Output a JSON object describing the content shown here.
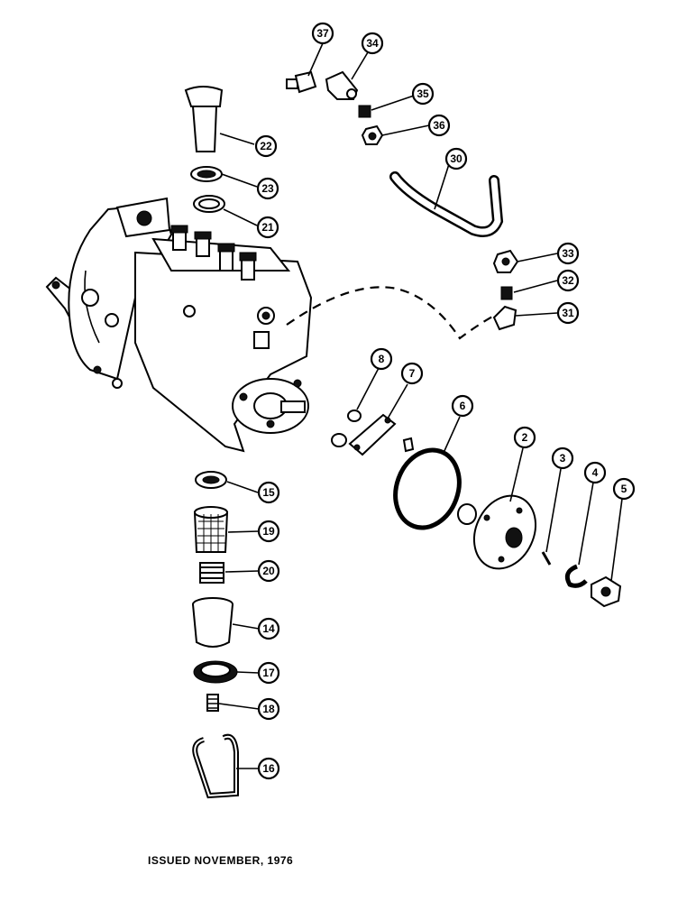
{
  "footer": {
    "issued": "ISSUED NOVEMBER, 1976"
  },
  "callouts": [
    "37",
    "34",
    "35",
    "36",
    "30",
    "22",
    "23",
    "21",
    "33",
    "32",
    "31",
    "8",
    "7",
    "6",
    "2",
    "3",
    "4",
    "5",
    "15",
    "19",
    "20",
    "14",
    "17",
    "18",
    "16"
  ],
  "colors": {
    "ink": "#000000",
    "paper": "#ffffff"
  }
}
